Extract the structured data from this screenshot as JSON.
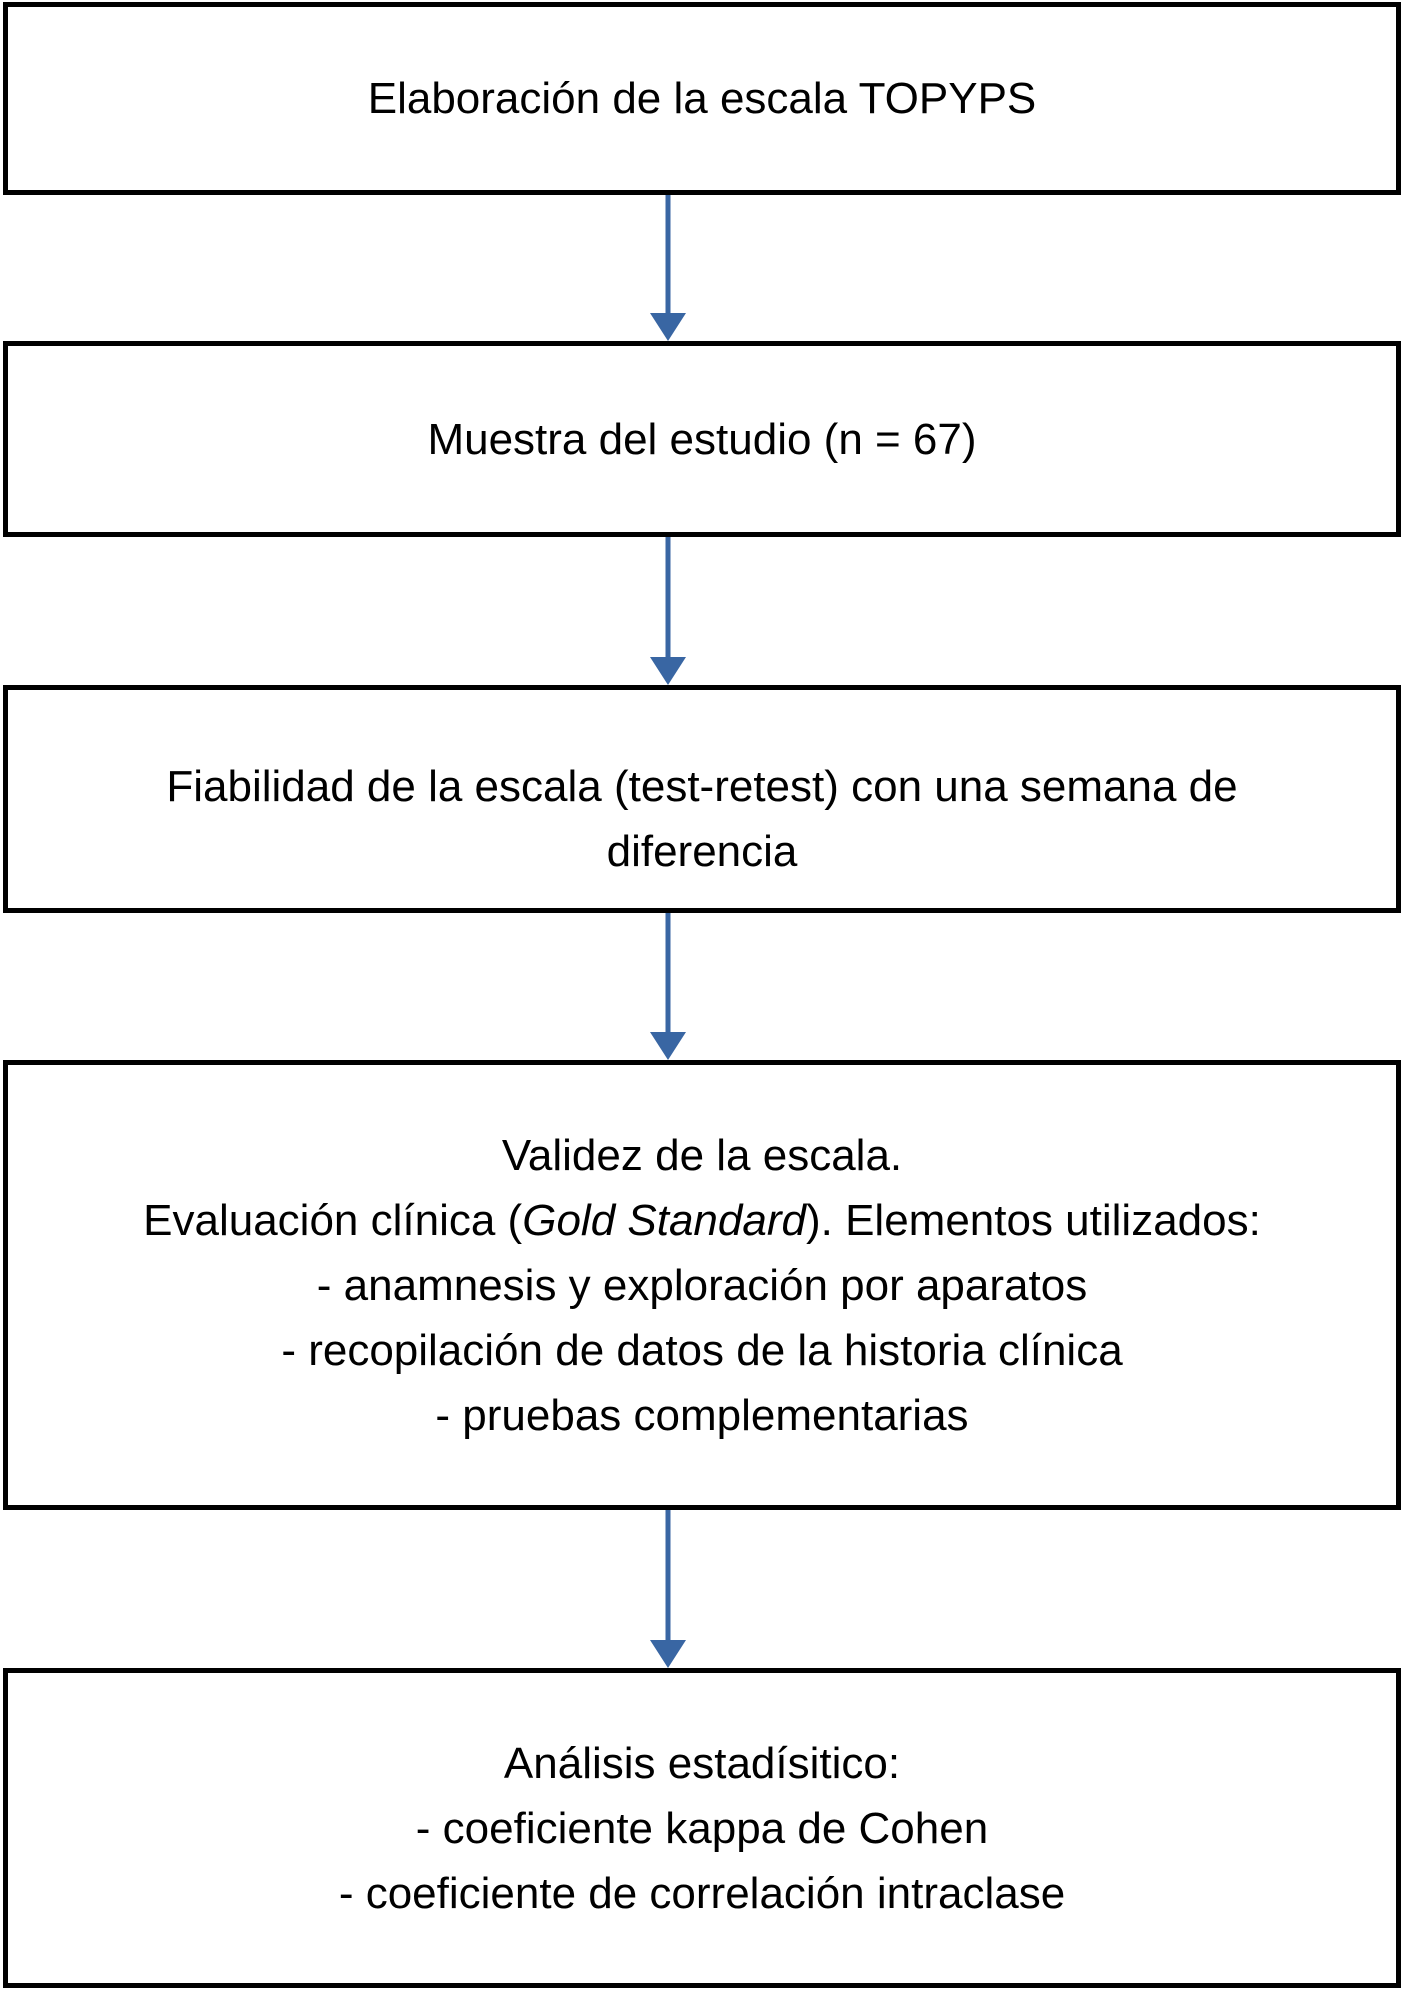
{
  "figure": {
    "type": "flowchart",
    "direction": "top-down"
  },
  "colors": {
    "background": "#FFFFFF",
    "box_border": "#000000",
    "box_fill": "#FFFFFF",
    "text": "#000000",
    "arrow": "#3966A3"
  },
  "flowchart": {
    "boxes": [
      {
        "name": "elaboracion",
        "lines": [
          "Elaboración de la escala TOPYPS"
        ]
      },
      {
        "name": "muestra",
        "lines": [
          "Muestra del estudio (n = 67)"
        ]
      },
      {
        "name": "fiabilidad",
        "lines": [
          "Fiabilidad de la escala (test-retest) con una semana de",
          "diferencia"
        ]
      },
      {
        "name": "validez",
        "lines": [
          "Validez de la escala.",
          {
            "prefix": "Evaluación clínica (",
            "italic": "Gold Standard",
            "suffix": "). Elementos utilizados:"
          },
          "- anamnesis y exploración por aparatos",
          "- recopilación de datos de la historia clínica",
          "- pruebas complementarias"
        ]
      },
      {
        "name": "analisis",
        "lines": [
          "Análisis estadísitico:",
          "- coeficiente kappa de Cohen",
          "- coeficiente de correlación intraclase"
        ]
      }
    ],
    "connectors": [
      {
        "from": "elaboracion",
        "to": "muestra",
        "type": "arrow-down"
      },
      {
        "from": "muestra",
        "to": "fiabilidad",
        "type": "arrow-down"
      },
      {
        "from": "fiabilidad",
        "to": "validez",
        "type": "arrow-down"
      },
      {
        "from": "validez",
        "to": "analisis",
        "type": "arrow-down"
      }
    ]
  }
}
